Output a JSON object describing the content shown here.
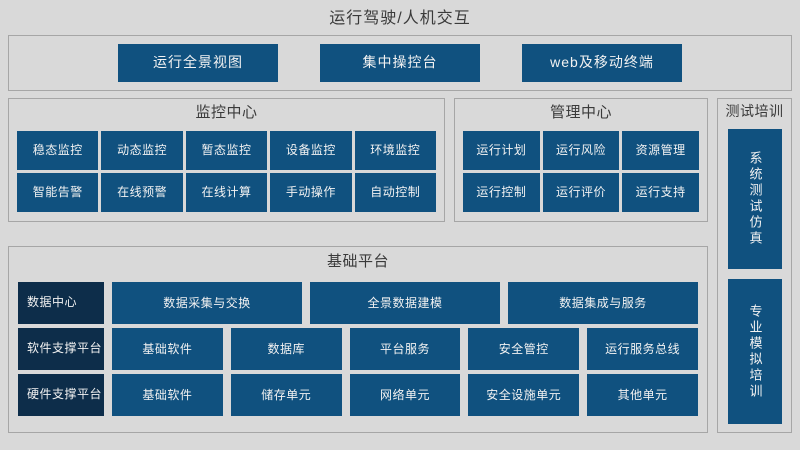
{
  "header": {
    "title": "运行驾驶/人机交互",
    "tiles": [
      {
        "label": "运行全景视图"
      },
      {
        "label": "集中操控台"
      },
      {
        "label": "web及移动终端"
      }
    ]
  },
  "monitor_center": {
    "title": "监控中心",
    "tiles": [
      "稳态监控",
      "动态监控",
      "暂态监控",
      "设备监控",
      "环境监控",
      "智能告警",
      "在线预警",
      "在线计算",
      "手动操作",
      "自动控制"
    ]
  },
  "management_center": {
    "title": "管理中心",
    "tiles": [
      "运行计划",
      "运行风险",
      "资源管理",
      "运行控制",
      "运行评价",
      "运行支持"
    ]
  },
  "test_training": {
    "title": "测试培训",
    "tiles": [
      "系统测试仿真",
      "专业模拟培训"
    ]
  },
  "base_platform": {
    "title": "基础平台",
    "rows": [
      {
        "label": "数据中心",
        "items": [
          "数据采集与交换",
          "全景数据建模",
          "数据集成与服务"
        ]
      },
      {
        "label": "软件支撑平台",
        "items": [
          "基础软件",
          "数据库",
          "平台服务",
          "安全管控",
          "运行服务总线"
        ]
      },
      {
        "label": "硬件支撑平台",
        "items": [
          "基础软件",
          "储存单元",
          "网络单元",
          "安全设施单元",
          "其他单元"
        ]
      }
    ]
  },
  "colors": {
    "background": "#d9d9d9",
    "tile_blue": "#10517f",
    "tile_navy": "#0d2d4a",
    "panel_border": "#a6a6a6",
    "text_dark": "#3a3a3a",
    "text_light": "#f2f2f2"
  }
}
